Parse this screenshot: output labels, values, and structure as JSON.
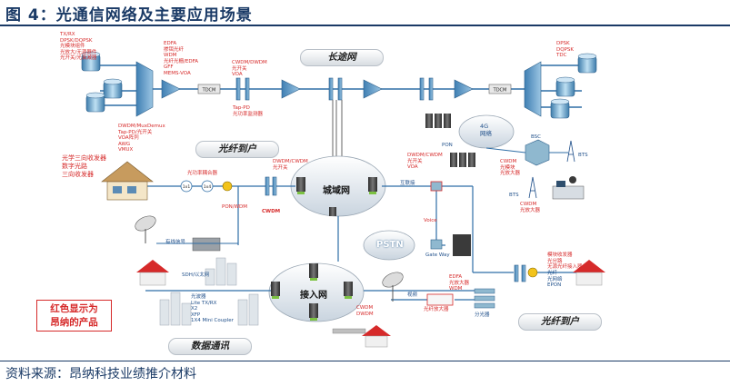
{
  "title": "图 4：光通信网络及主要应用场景",
  "source": "资料来源：昂纳科技业绩推介材料",
  "banners": {
    "long_haul": "长途网",
    "fttx_left": "光纤到户",
    "fttx_right": "光纤到户",
    "datacom": "数据通讯"
  },
  "clouds": {
    "metro": "城域网",
    "access": "接入网",
    "pstn": "PSTN",
    "g4": "4G\n网络"
  },
  "legend_note": "红色显示为\n昂纳的产品",
  "labels": {
    "tx_rx": "TX/RX\nDPSK/DQPSK\n光模块组件\n光放大/无源器件\n光开关/光衰减器",
    "edfa_top": "EDFA\n掺铒光纤\nWDM\n光纤光栅/EDFA\nGFF\nMEMS-VOA",
    "cwdm_top": "CWDM/DWDM\n光开关\nVOA",
    "tap_pd": "Tap-PD\n光功率监测器",
    "dpsk_right": "DPSK\nDQPSK\nTDC",
    "mux_demux": "DWDM/MuxDemux\nTap-PD/光开关\nVOA阵列\nAWG\nVMUX",
    "fttx_home": "光学三向收发器\n数字光路\n三向收发器",
    "coupler_label": "光功率耦合器",
    "pon_wdm": "PON/WDM",
    "cwdm_mid": "CWDM",
    "dwdm_metro": "DWDM/CWDM\n光开关",
    "sw_metro": "DWDM/CWDM\n光开关\nVOA",
    "pon_label": "PON",
    "bsc": "BSC",
    "bts1": "BTS",
    "bts2": "BTS",
    "cwdm_bts": "CWDM\n光模块\n光放大器",
    "cwdm_bts2": "CWDM\n光放大器",
    "sat_signal": "有线信号",
    "interconnect": "互联接",
    "voice": "Voice",
    "gateway": "Gate Way",
    "sdh": "SDH/以太网",
    "coupler_x2": "光波器\nLite TX/RX\nX2\nXFP\n1X4 Mini Coupler",
    "cwdm_access": "CWDM\nDWDM",
    "edfa_bottom": "EDFA\n光放大器\nWDM",
    "video": "视频",
    "fiber_amp": "光纤放大器",
    "fttx_right_note": "模块收发器\n光分路\n无源光纤接入器",
    "right_node": "光纤\n光网络\nEPON",
    "splitter": "分光器",
    "x1": "1x1",
    "x4": "1x4"
  },
  "colors": {
    "title": "#1a3a66",
    "accent_red": "#d62a2a",
    "fiber": "#2f6ea6",
    "node_blue": "#8fb8cf"
  }
}
